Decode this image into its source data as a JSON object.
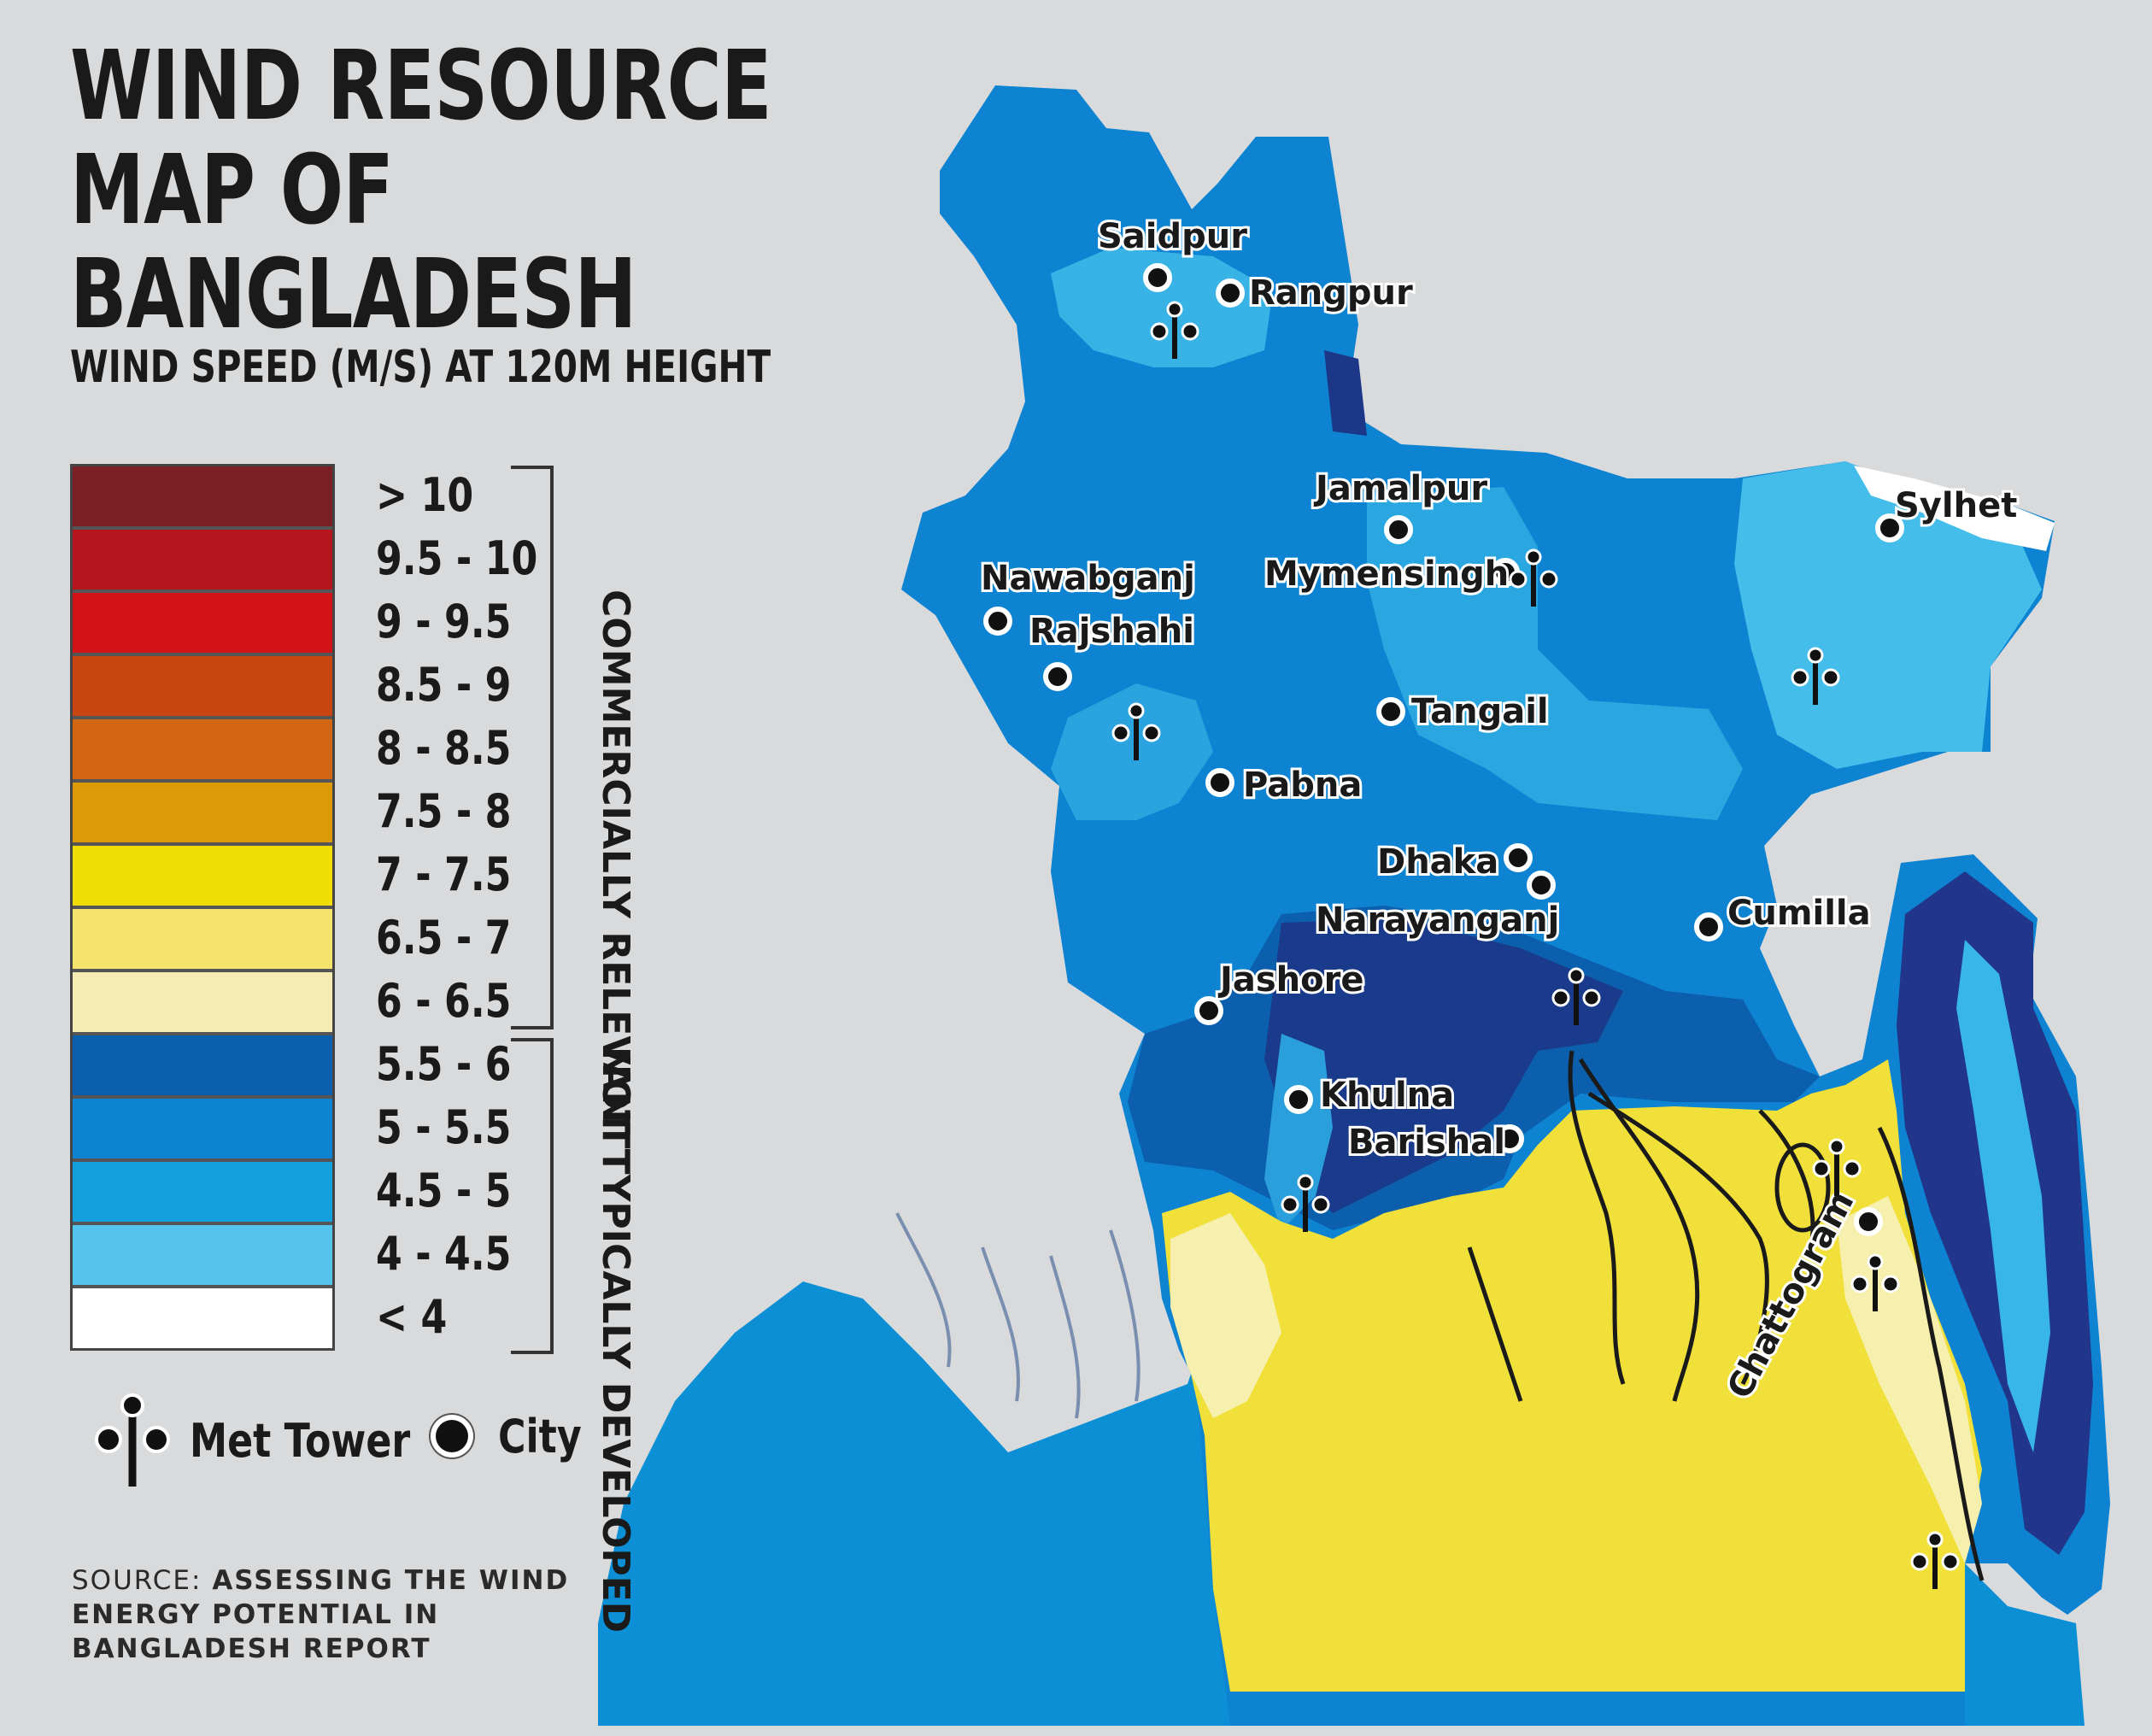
{
  "title": "WIND RESOURCE MAP OF BANGLADESH",
  "subtitle": "WIND SPEED (M/S) AT 120M HEIGHT",
  "legend": {
    "ranges": [
      {
        "label": "> 10",
        "color": "#7a1f24"
      },
      {
        "label": "9.5 - 10",
        "color": "#b5161d"
      },
      {
        "label": "9 - 9.5",
        "color": "#d11217"
      },
      {
        "label": "8.5 - 9",
        "color": "#c84512"
      },
      {
        "label": "8 - 8.5",
        "color": "#d26613"
      },
      {
        "label": "7.5 - 8",
        "color": "#dc9a07"
      },
      {
        "label": "7 - 7.5",
        "color": "#f0dc06"
      },
      {
        "label": "6.5 - 7",
        "color": "#f4e46e"
      },
      {
        "label": "6 - 6.5",
        "color": "#f5ecb4"
      },
      {
        "label": "5.5 - 6",
        "color": "#0b5fac"
      },
      {
        "label": "5 - 5.5",
        "color": "#0d83d1"
      },
      {
        "label": "4.5 - 5",
        "color": "#14a0dc"
      },
      {
        "label": "4 - 4.5",
        "color": "#54c4ec"
      },
      {
        "label": "< 4",
        "color": "#ffffff"
      }
    ],
    "commercially_relevant": "COMMERCIALLY RELEVANT",
    "not_typically_developed": "NOT TYPICALLY DEVELOPED"
  },
  "key": {
    "met_tower": "Met Tower",
    "met_tower_icon": "met-tower-icon",
    "city": "City",
    "city_icon": "city-dot-icon"
  },
  "source": {
    "prefix": "SOURCE:",
    "text": "ASSESSING THE WIND ENERGY POTENTIAL IN BANGLADESH REPORT"
  },
  "cities": {
    "saidpur": "Saidpur",
    "rangpur": "Rangpur",
    "jamalpur": "Jamalpur",
    "sylhet": "Sylhet",
    "mymensingh": "Mymensingh",
    "nawabganj": "Nawabganj",
    "rajshahi": "Rajshahi",
    "tangail": "Tangail",
    "pabna": "Pabna",
    "dhaka": "Dhaka",
    "narayanganj": "Narayanganj",
    "cumilla": "Cumilla",
    "jashore": "Jashore",
    "khulna": "Khulna",
    "barishal": "Barishal",
    "chattogram": "Chattogram"
  },
  "colors": {
    "background": "#d9dadb",
    "sea": "#0d8fd6",
    "coastal_yellow": "#f2e03a",
    "coastal_pale": "#f6efae"
  }
}
